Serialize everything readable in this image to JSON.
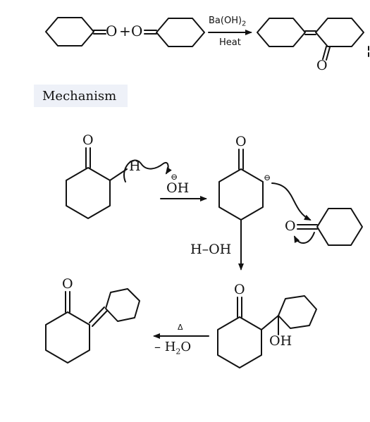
{
  "reaction": {
    "reagent": "Ba(OH)",
    "reagent_sub": "2",
    "condition": "Heat",
    "plus": "+",
    "oxygen": "O"
  },
  "mechanism": {
    "heading": "Mechanism",
    "oxygen": "O",
    "hydrogen": "H",
    "hydroxide": "OH",
    "minus_charge": "⊖",
    "water_reagent": "H–OH",
    "hydroxyl": "OH",
    "delta": "Δ",
    "minus_water_prefix": "– H",
    "minus_water_sub": "2",
    "minus_water_suffix": "O"
  },
  "colors": {
    "ink": "#111111",
    "heading_bg": "#eef1f8"
  }
}
